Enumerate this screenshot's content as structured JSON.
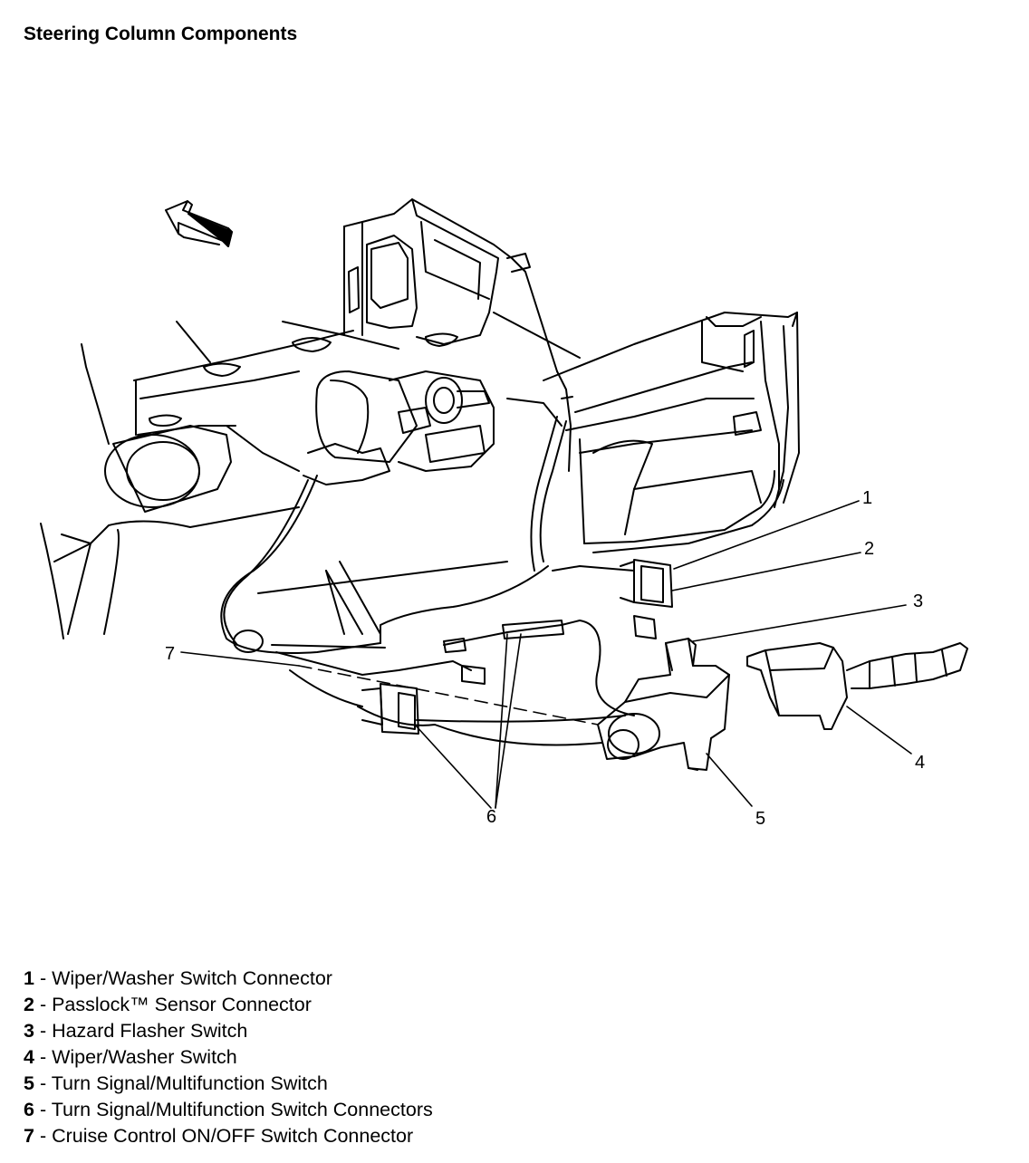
{
  "title": "Steering Column Components",
  "callouts": {
    "c1": "1",
    "c2": "2",
    "c3": "3",
    "c4": "4",
    "c5": "5",
    "c6": "6",
    "c7": "7"
  },
  "legend": [
    {
      "num": "1",
      "sep": " - ",
      "text": "Wiper/Washer Switch Connector"
    },
    {
      "num": "2",
      "sep": " - ",
      "text": "Passlock™ Sensor Connector"
    },
    {
      "num": "3",
      "sep": " - ",
      "text": "Hazard Flasher Switch"
    },
    {
      "num": "4",
      "sep": " - ",
      "text": "Wiper/Washer Switch"
    },
    {
      "num": "5",
      "sep": " - ",
      "text": "Turn Signal/Multifunction Switch"
    },
    {
      "num": "6",
      "sep": " - ",
      "text": "Turn Signal/Multifunction Switch Connectors"
    },
    {
      "num": "7",
      "sep": " - ",
      "text": "Cruise Control ON/OFF Switch Connector"
    }
  ]
}
